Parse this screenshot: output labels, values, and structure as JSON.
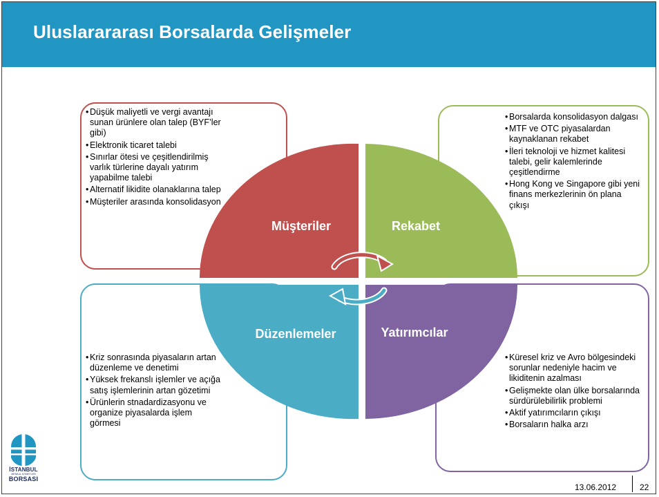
{
  "slide": {
    "title": "Uluslarararası Borsalarda Gelişmeler",
    "date": "13.06.2012",
    "page_number": "22"
  },
  "colors": {
    "header": "#2296c3",
    "musteriler": "#c0504d",
    "rekabet": "#9bbb59",
    "duzenlemeler": "#4bacc6",
    "yatirimcilar": "#8064a2"
  },
  "segments": {
    "musteriler": "Müşteriler",
    "rekabet": "Rekabet",
    "duzenlemeler": "Düzenlemeler",
    "yatirimcilar": "Yatırımcılar"
  },
  "musteriler_items": [
    "Düşük maliyetli ve vergi avantajı sunan ürünlere olan talep (BYF’ler gibi)",
    "Elektronik ticaret talebi",
    "Sınırlar ötesi ve çeşitlendirilmiş varlık türlerine dayalı yatırım yapabilme talebi",
    "Alternatif likidite olanaklarına talep",
    "Müşteriler arasında konsolidasyon"
  ],
  "rekabet_items": [
    "Borsalarda konsolidasyon dalgası",
    "MTF ve OTC piyasalardan kaynaklanan rekabet",
    "İleri teknoloji ve hizmet kalitesi talebi, gelir kalemlerinde çeşitlendirme",
    "Hong Kong ve Singapore gibi yeni finans merkezlerinin ön plana çıkışı"
  ],
  "duzenlemeler_items": [
    "Kriz sonrasında piyasaların artan düzenleme ve denetimi",
    "Yüksek frekanslı işlemler ve açığa satış işlemlerinin artan gözetimi",
    "Ürünlerin stnadardizasyonu ve organize piyasalarda işlem görmesi"
  ],
  "yatirimcilar_items": [
    "Küresel kriz ve Avro bölgesindeki sorunlar nedeniyle hacim ve likiditenin azalması",
    "Gelişmekte olan ülke borsalarında sürdürülebilirlik problemi",
    "Aktif yatırımcıların çıkışı",
    "Borsaların halka arzı"
  ],
  "logo": {
    "line1": "İSTANBUL",
    "line2": "MENKUL KIYMETLER",
    "line3": "BORSASI",
    "icon": "istanbul-borsasi-logo"
  }
}
